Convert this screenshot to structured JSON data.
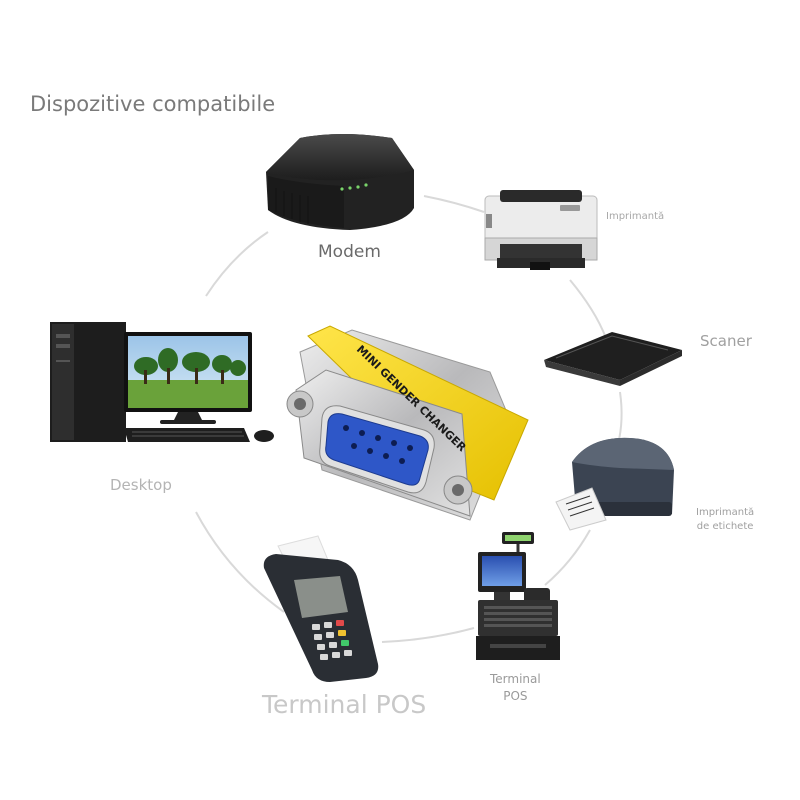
{
  "title": "Dispozitive compatibile",
  "center_device": {
    "label_text": "MINI GENDER CHANGER"
  },
  "devices": {
    "modem": {
      "label": "Modem"
    },
    "printer": {
      "label": "Imprimantă"
    },
    "scanner": {
      "label": "Scaner"
    },
    "label_printer": {
      "label_line1": "Imprimantă",
      "label_line2": "de etichete"
    },
    "pos_terminal_desktop": {
      "label_line1": "Terminal",
      "label_line2": "POS"
    },
    "desktop": {
      "label": "Desktop"
    },
    "pos_handheld": {
      "label": "Terminal POS"
    }
  },
  "colors": {
    "connector_yellow": "#f2d21b",
    "db9_blue": "#2e57c8",
    "metal": "#c9c9cb",
    "circle": "#d9d9d9",
    "keypad_green": "#41c86a",
    "keypad_red": "#e24a4a",
    "keypad_yellow": "#f2c230"
  }
}
